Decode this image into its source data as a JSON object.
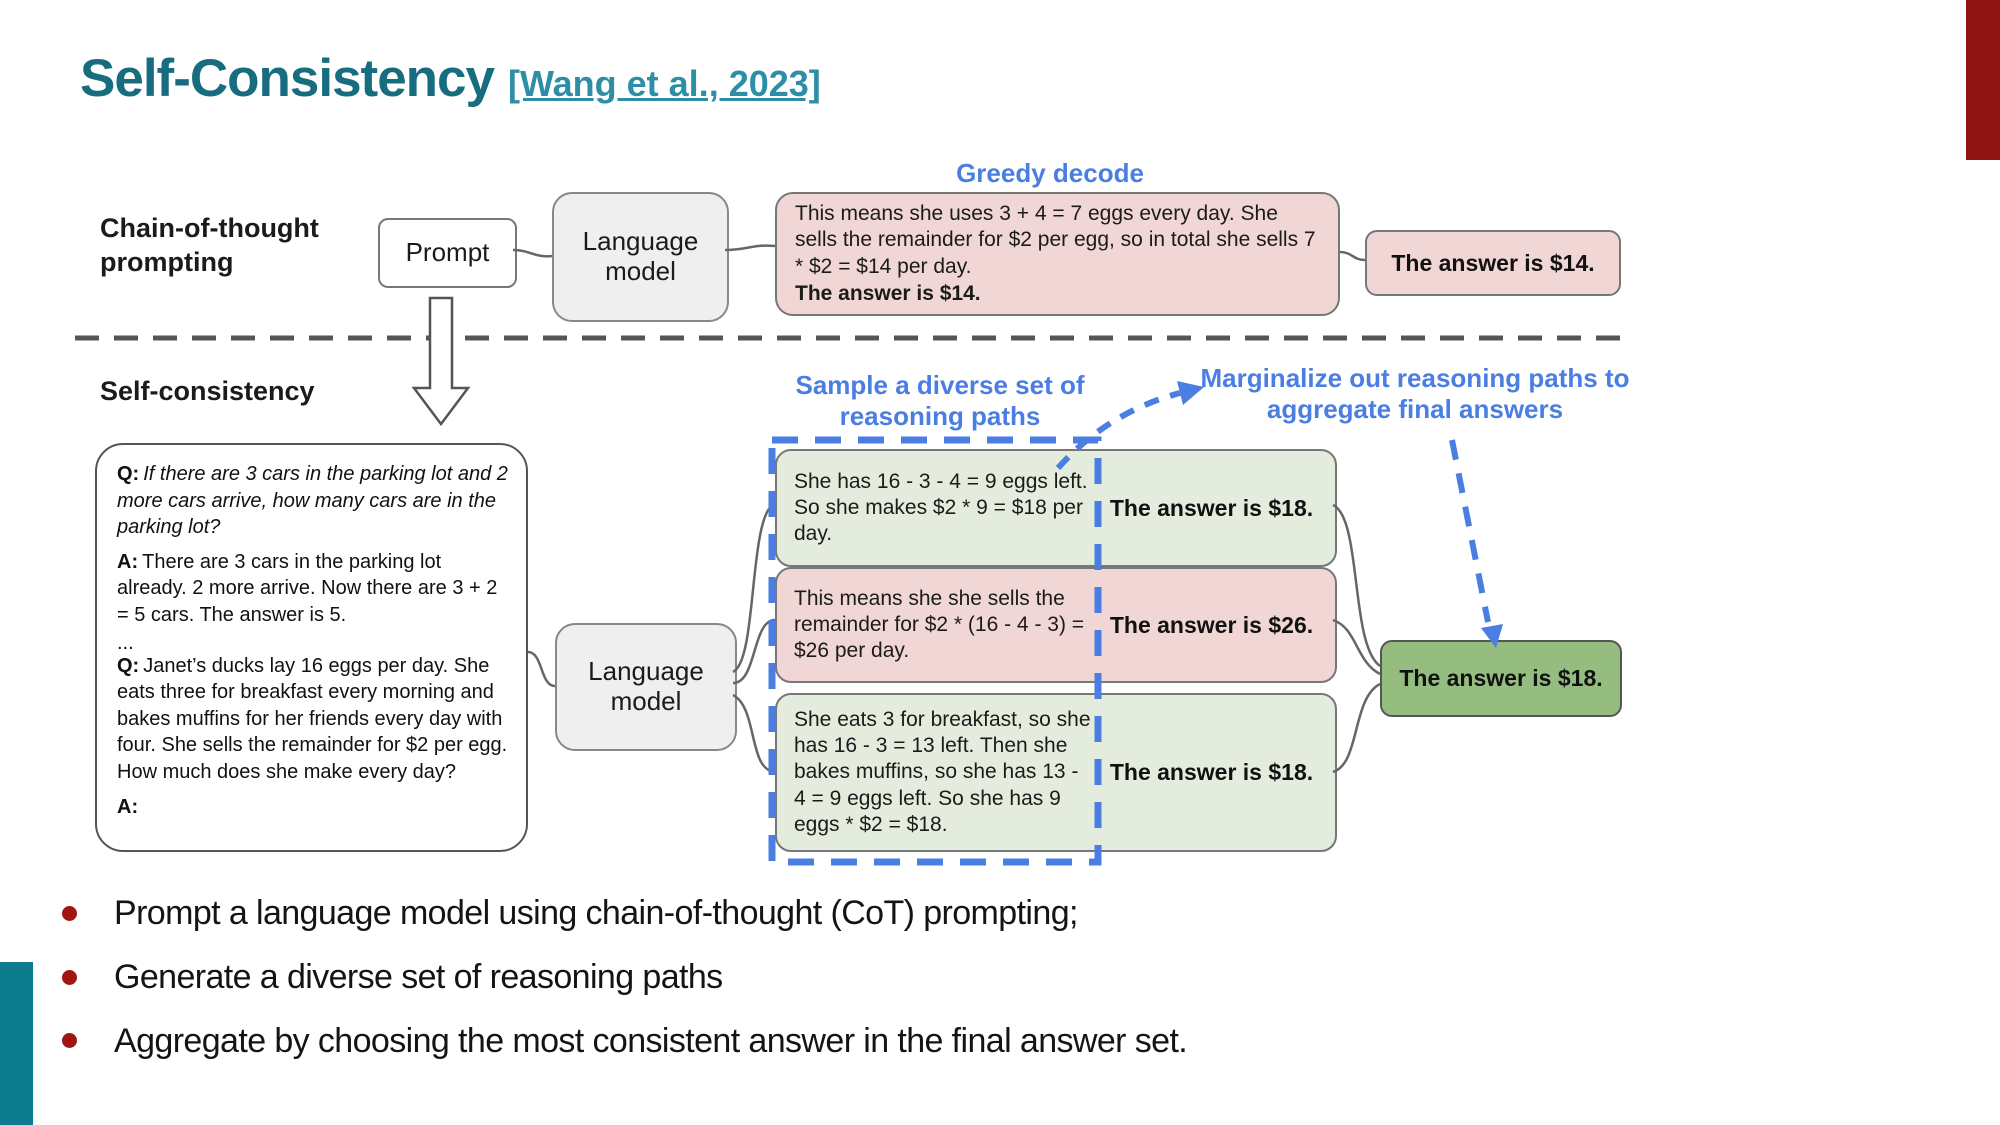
{
  "slide": {
    "title": "Self-Consistency",
    "citation": "[Wang et al., 2023]",
    "bullets": [
      "Prompt a language model using chain-of-thought (CoT) prompting;",
      "Generate a diverse set of reasoning paths",
      "Aggregate by choosing the most consistent answer in the final answer set."
    ],
    "accent_colors": {
      "title_teal": "#176c80",
      "citation_teal": "#2e8ea6",
      "figure_blue": "#4b7ee2",
      "pink_box": "#f0d6d4",
      "light_green_box": "#e4eddd",
      "final_green_box": "#95bd7f",
      "corner_red": "#8e1511",
      "corner_teal": "#0c7c8e",
      "bullet_red": "#a11613"
    }
  },
  "diagram": {
    "cot": {
      "label": "Chain-of-thought prompting",
      "prompt_box": "Prompt",
      "lm_box": "Language model",
      "decode_label": "Greedy decode",
      "output_body": "This means she uses 3 + 4 = 7 eggs every day. She sells the remainder for $2 per egg, so in total she sells 7 * $2 = $14 per day.",
      "output_answer": "The answer is $14.",
      "final_answer": "The answer is $14."
    },
    "sc": {
      "label": "Self-consistency",
      "sample_label": "Sample a diverse set of reasoning paths",
      "marginalize_label": "Marginalize out reasoning paths to aggregate final answers",
      "lm_box": "Language model",
      "prompt": {
        "qa": [
          {
            "prefix": "Q:",
            "text": "If there are 3 cars in the parking lot and 2 more cars arrive, how many cars are in the parking lot?"
          },
          {
            "prefix": "A:",
            "text": "There are 3 cars in the parking lot already. 2 more arrive. Now there are 3 + 2 = 5 cars. The answer is 5."
          },
          {
            "prefix": "",
            "text": "..."
          },
          {
            "prefix": "Q:",
            "text": "Janet’s ducks lay 16 eggs per day. She eats three for breakfast every morning and bakes muffins for her friends every day with four. She sells the remainder for $2 per egg. How much does she make every day?"
          },
          {
            "prefix": "A:",
            "text": ""
          }
        ]
      },
      "paths": [
        {
          "reasoning": "She has 16 - 3 - 4 = 9 eggs left. So she makes $2 * 9 = $18 per day.",
          "answer": "The answer is $18.",
          "tone": "green"
        },
        {
          "reasoning": "This means she she sells the remainder for $2 * (16 - 4 - 3) = $26 per day.",
          "answer": "The answer is $26.",
          "tone": "pink"
        },
        {
          "reasoning": "She eats 3 for breakfast, so she has 16 - 3 = 13 left. Then she bakes muffins, so she has 13 - 4 = 9 eggs left. So she has 9 eggs * $2 = $18.",
          "answer": "The answer is $18.",
          "tone": "green"
        }
      ],
      "final_answer": "The answer is $18."
    }
  }
}
